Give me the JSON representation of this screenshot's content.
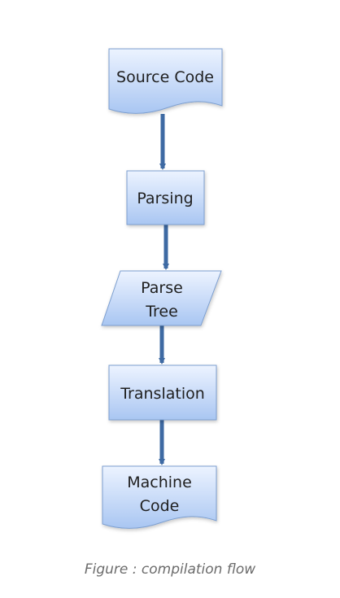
{
  "diagram": {
    "nodes": {
      "source_code": {
        "label": "Source Code",
        "shape": "document"
      },
      "parsing": {
        "label": "Parsing",
        "shape": "process"
      },
      "parse_tree": {
        "label_line1": "Parse",
        "label_line2": "Tree",
        "shape": "data-parallelogram"
      },
      "translation": {
        "label": "Translation",
        "shape": "process"
      },
      "machine_code": {
        "label_line1": "Machine",
        "label_line2": "Code",
        "shape": "document"
      }
    },
    "edges": [
      {
        "from": "source_code",
        "to": "parsing"
      },
      {
        "from": "parsing",
        "to": "parse_tree"
      },
      {
        "from": "parse_tree",
        "to": "translation"
      },
      {
        "from": "translation",
        "to": "machine_code"
      }
    ],
    "colors": {
      "node_fill_top": "#ecf3ff",
      "node_fill_bottom": "#a9c6f2",
      "node_stroke": "#7d9fd0",
      "arrow": "#3e6aa3"
    }
  },
  "caption": "Figure : compilation flow"
}
